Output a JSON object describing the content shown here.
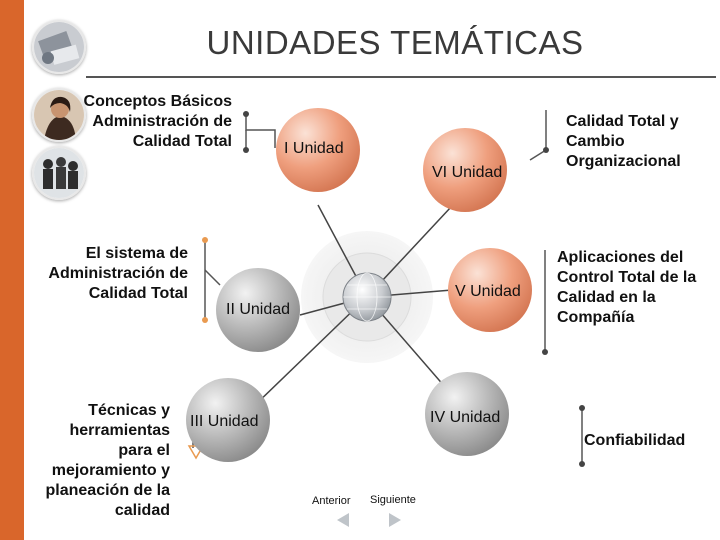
{
  "slide": {
    "title": "UNIDADES TEMÁTICAS"
  },
  "units": [
    {
      "label": "I Unidad",
      "description": "Conceptos Básicos Administración de Calidad Total"
    },
    {
      "label": "II Unidad",
      "description": "El sistema de Administración de Calidad Total"
    },
    {
      "label": "III Unidad",
      "description": "Técnicas y herramientas para el mejoramiento y planeación de la calidad"
    },
    {
      "label": "IV Unidad",
      "description": "Confiabilidad"
    },
    {
      "label": "V Unidad",
      "description": "Aplicaciones del Control Total de la Calidad en la Compañía"
    },
    {
      "label": "VI Unidad",
      "description": "Calidad Total y Cambio Organizacional"
    }
  ],
  "nav": {
    "previous_label": "Anterior",
    "next_label": "Siguiente"
  },
  "colors": {
    "accent": "#d9662b",
    "orange_sphere": "#e99a78",
    "gray_sphere": "#a8a8a8"
  },
  "icons": [
    "office-photo-icon",
    "woman-photo-icon",
    "team-photo-icon",
    "center-globe-icon",
    "previous-arrow-icon",
    "next-arrow-icon"
  ]
}
